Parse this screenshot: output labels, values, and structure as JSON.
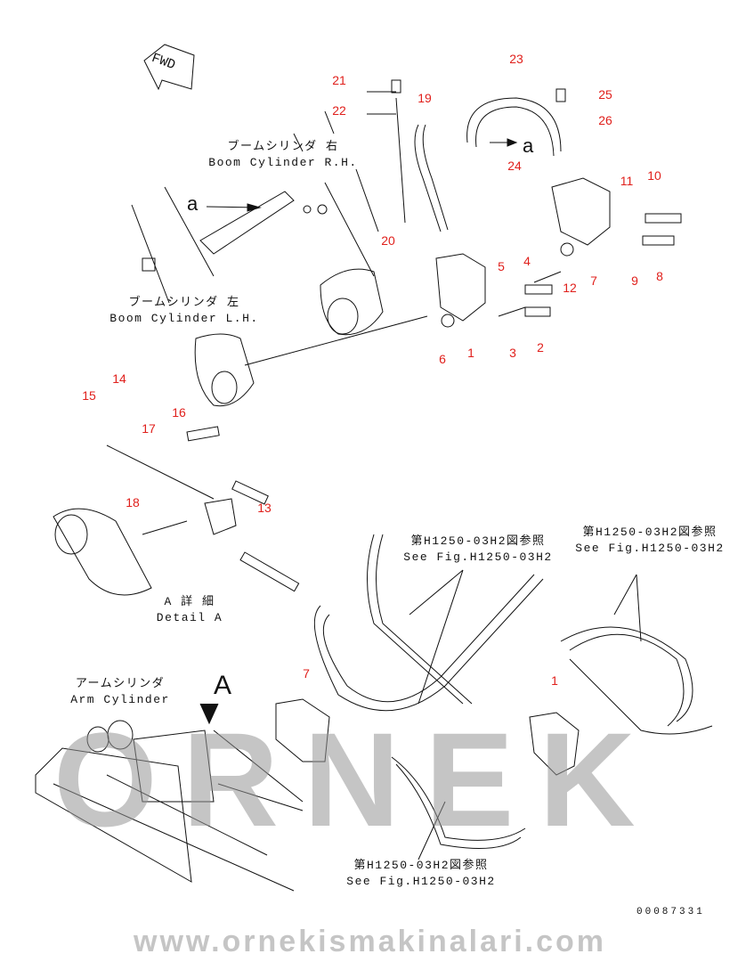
{
  "watermark": {
    "brand": "ORNEK",
    "url": "www.ornekismakinalari.com"
  },
  "direction_marker": "FWD",
  "view_markers": {
    "a": "a",
    "A": "A"
  },
  "callouts": [
    "21",
    "22",
    "19",
    "23",
    "25",
    "26",
    "24",
    "11",
    "10",
    "20",
    "5",
    "4",
    "12",
    "7",
    "9",
    "8",
    "6",
    "1",
    "3",
    "2",
    "14",
    "15",
    "17",
    "16",
    "13",
    "18",
    "7",
    "1"
  ],
  "labels": {
    "boom_rh_jp": "ブームシリンダ 右",
    "boom_rh_en": "Boom Cylinder R.H.",
    "boom_lh_jp": "ブームシリンダ 左",
    "boom_lh_en": "Boom Cylinder L.H.",
    "detail_jp": "A 詳 細",
    "detail_en": "Detail A",
    "arm_jp": "アームシリンダ",
    "arm_en": "Arm Cylinder",
    "ref_jp": "第H1250-03H2図参照",
    "ref_en": "See Fig.H1250-03H2"
  },
  "drawing_code": "00087331",
  "colors": {
    "callout": "#e0201c",
    "line": "#111111",
    "watermark": "#969696"
  }
}
